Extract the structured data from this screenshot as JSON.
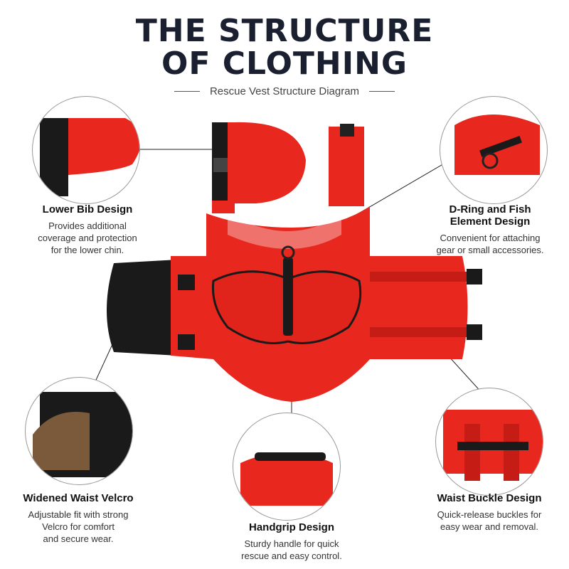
{
  "title": {
    "line1": "THE STRUCTURE",
    "line2": "OF CLOTHING"
  },
  "subtitle": "Rescue Vest Structure Diagram",
  "callouts": {
    "lower_bib": {
      "heading": "Lower Bib Design",
      "text": [
        "Provides additional",
        "coverage and protection",
        "for the lower chin."
      ]
    },
    "d_ring": {
      "heading_lines": [
        "D-Ring and Fish",
        "Element Design"
      ],
      "text": [
        "Convenient for attaching",
        "gear or small accessories."
      ]
    },
    "waist_velcro": {
      "heading": "Widened Waist Velcro",
      "text": [
        "Adjustable fit with strong",
        "Velcro for comfort",
        "and secure wear."
      ]
    },
    "handgrip": {
      "heading": "Handgrip Design",
      "text": [
        "Sturdy handle for quick",
        "rescue and easy control."
      ]
    },
    "waist_buckle": {
      "heading": "Waist Buckle Design",
      "text": [
        "Quick-release buckles for",
        "easy wear and removal."
      ]
    }
  },
  "colors": {
    "vest_red": "#e8271e",
    "vest_dark_red": "#b81912",
    "strap_black": "#1a1a1a",
    "title_navy": "#1b2030"
  }
}
